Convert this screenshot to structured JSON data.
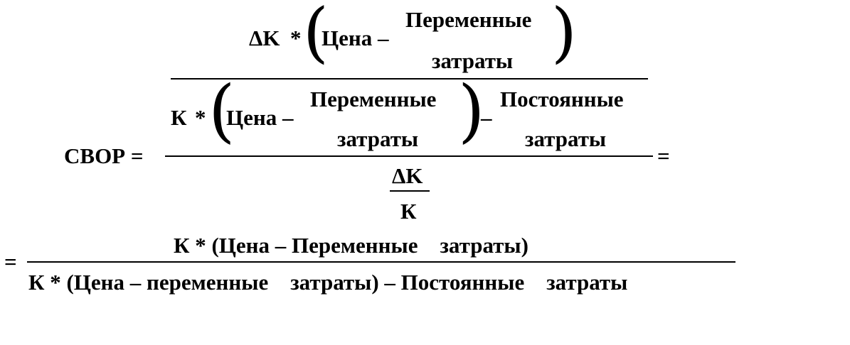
{
  "formula": {
    "lhs": "СВОР =",
    "delta_k": "ΔK",
    "k": "К",
    "times": "*",
    "price_minus": "Цена –",
    "variable": "Переменные",
    "costs": "затраты",
    "minus": "–",
    "fixed": "Постоянные",
    "equals": "=",
    "line2_numerator": "К * (Цена – Переменные    затраты)",
    "line2_denominator": "К * (Цена – переменные    затраты) – Постоянные    затраты"
  }
}
